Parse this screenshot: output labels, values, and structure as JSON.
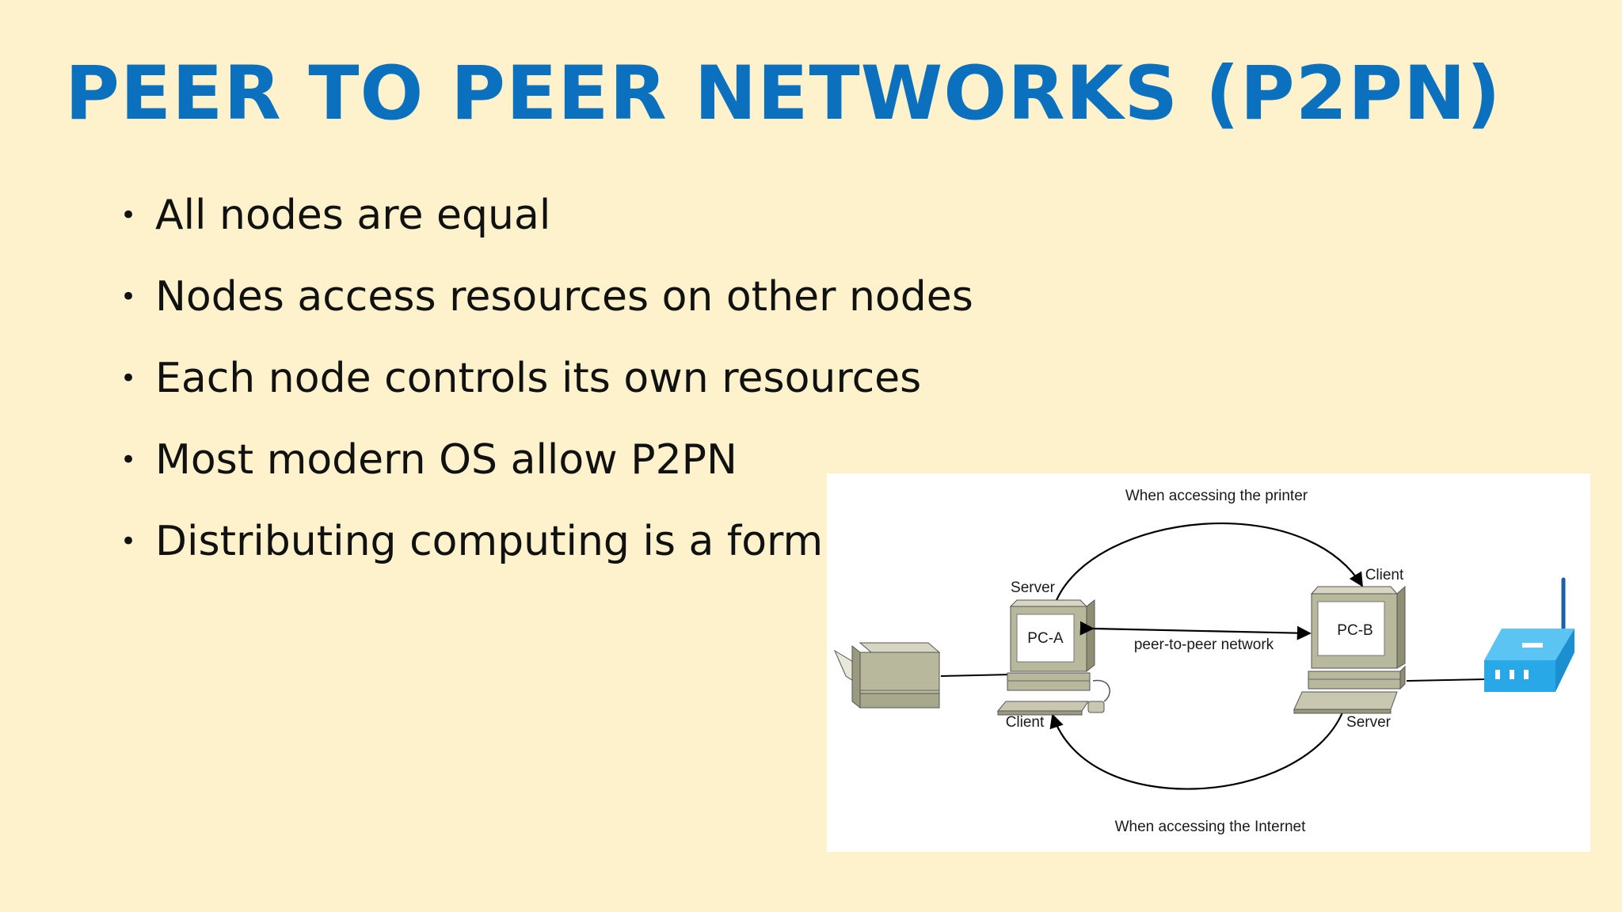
{
  "slide": {
    "title": "PEER TO PEER NETWORKS (P2PN)",
    "bullet_symbol": "•",
    "bullets": [
      "All nodes are equal",
      "Nodes access resources on other nodes",
      "Each node controls its own resources",
      "Most modern OS allow P2PN",
      "Distributing computing is a form"
    ]
  },
  "diagram": {
    "top_arc_label": "When accessing the printer",
    "bottom_arc_label": "When accessing the Internet",
    "link_label": "peer-to-peer network",
    "pc_a": {
      "name": "PC-A",
      "role_top": "Server",
      "role_bottom": "Client"
    },
    "pc_b": {
      "name": "PC-B",
      "role_top": "Client",
      "role_bottom": "Server"
    },
    "colors": {
      "background": "#fdf2cc",
      "title": "#0b70be",
      "device_body": "#b8b89c",
      "router": "#29a8e8"
    }
  }
}
